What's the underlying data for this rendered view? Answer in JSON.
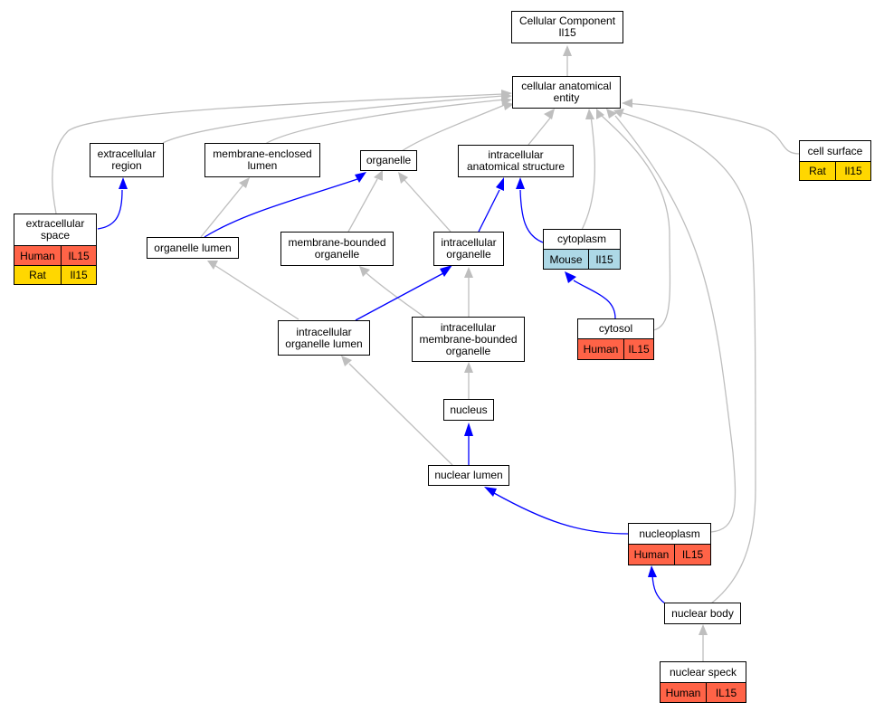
{
  "colors": {
    "human": "#ff6347",
    "rat": "#ffd700",
    "mouse": "#add8e6",
    "edge_gray": "#bebebe",
    "edge_blue": "#0000ff"
  },
  "nodes": {
    "cellular_component": "Cellular Component\nIl15",
    "cellular_anatomical_entity": "cellular anatomical\nentity",
    "extracellular_region": "extracellular\nregion",
    "membrane_enclosed_lumen": "membrane-enclosed\nlumen",
    "organelle": "organelle",
    "intracellular_anatomical_structure": "intracellular\nanatomical structure",
    "organelle_lumen": "organelle lumen",
    "membrane_bounded_organelle": "membrane-bounded\norganelle",
    "intracellular_organelle": "intracellular\norganelle",
    "intracellular_organelle_lumen": "intracellular\norganelle lumen",
    "intracellular_membrane_bounded_organelle": "intracellular\nmembrane-bounded\norganelle",
    "nucleus": "nucleus",
    "nuclear_lumen": "nuclear lumen",
    "nuclear_body": "nuclear body"
  },
  "annotated": {
    "extracellular_space": {
      "label": "extracellular\nspace",
      "rows": [
        [
          "Human",
          "IL15"
        ],
        [
          "Rat",
          "Il15"
        ]
      ]
    },
    "cell_surface": {
      "label": "cell surface",
      "rows": [
        [
          "Rat",
          "Il15"
        ]
      ]
    },
    "cytoplasm": {
      "label": "cytoplasm",
      "rows": [
        [
          "Mouse",
          "Il15"
        ]
      ]
    },
    "cytosol": {
      "label": "cytosol",
      "rows": [
        [
          "Human",
          "IL15"
        ]
      ]
    },
    "nucleoplasm": {
      "label": "nucleoplasm",
      "rows": [
        [
          "Human",
          "IL15"
        ]
      ]
    },
    "nuclear_speck": {
      "label": "nuclear speck",
      "rows": [
        [
          "Human",
          "IL15"
        ]
      ]
    }
  }
}
